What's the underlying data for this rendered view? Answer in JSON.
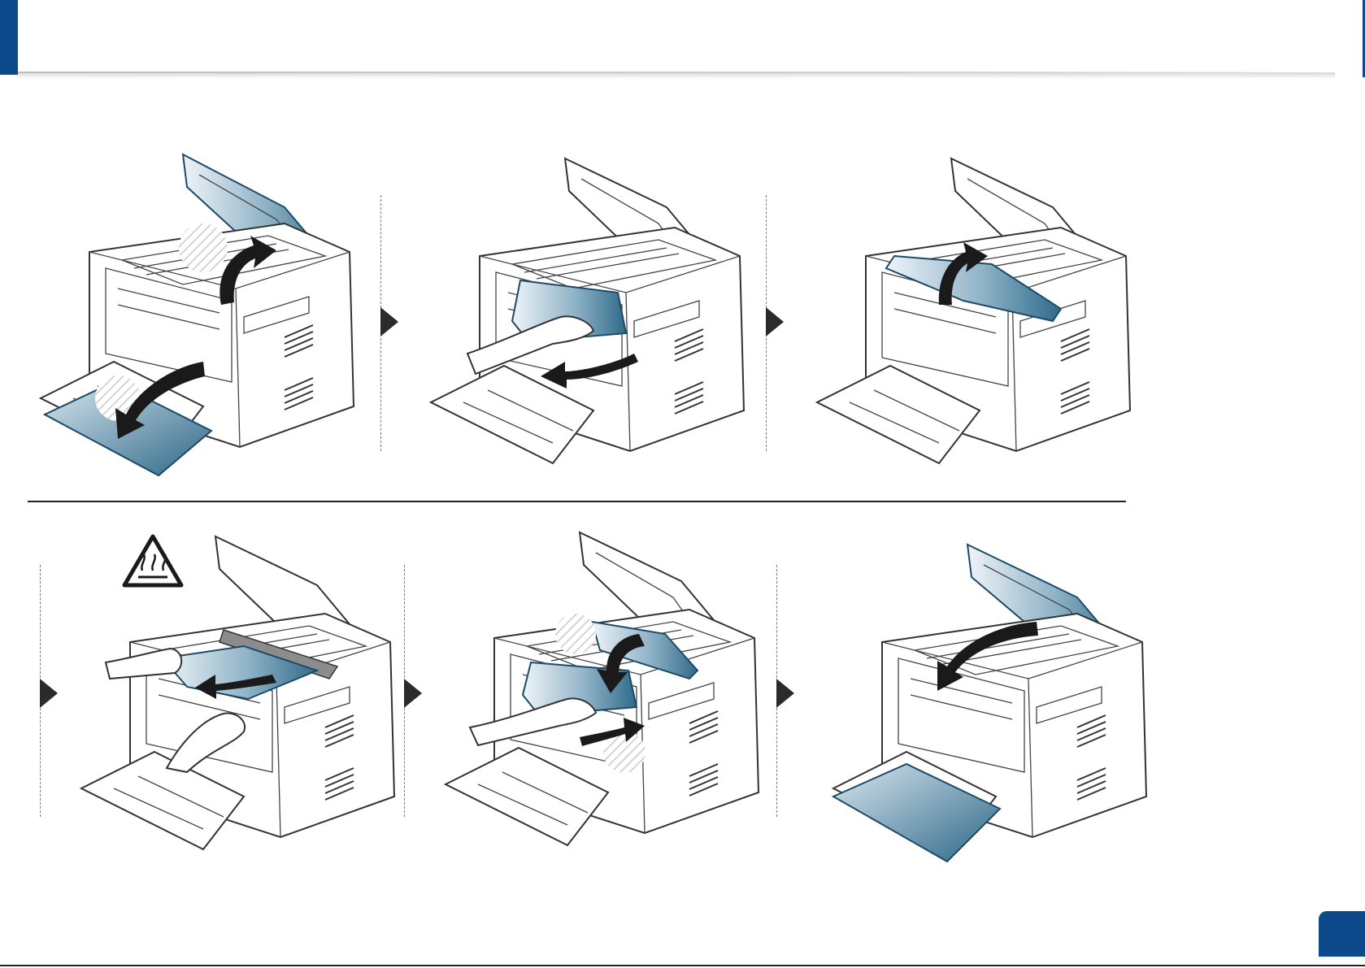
{
  "header": {
    "accent_color": "#0d4a8c"
  },
  "steps": [
    {
      "id": "step-1",
      "action": "open-top-cover-and-tray",
      "icons": [
        "rotate-up-arrow-icon",
        "fold-down-arrow-icon"
      ]
    },
    {
      "id": "step-2",
      "action": "remove-toner-cartridge",
      "icons": [
        "pull-arrow-icon"
      ]
    },
    {
      "id": "step-3",
      "action": "lift-fuser-guide",
      "icons": [
        "rotate-up-arrow-icon"
      ]
    },
    {
      "id": "step-4",
      "action": "pull-out-jammed-paper",
      "icons": [
        "hot-surface-warning-icon",
        "pull-arrow-icon"
      ]
    },
    {
      "id": "step-5",
      "action": "reinsert-toner-cartridge",
      "icons": [
        "rotate-down-arrow-icon",
        "push-arrow-icon"
      ]
    },
    {
      "id": "step-6",
      "action": "close-top-cover",
      "icons": [
        "rotate-down-arrow-icon"
      ]
    }
  ],
  "colors": {
    "accent": "#0d4a8c",
    "part_highlight": "#3f7896",
    "outline": "#333333"
  },
  "footer": {
    "page_number": ""
  }
}
